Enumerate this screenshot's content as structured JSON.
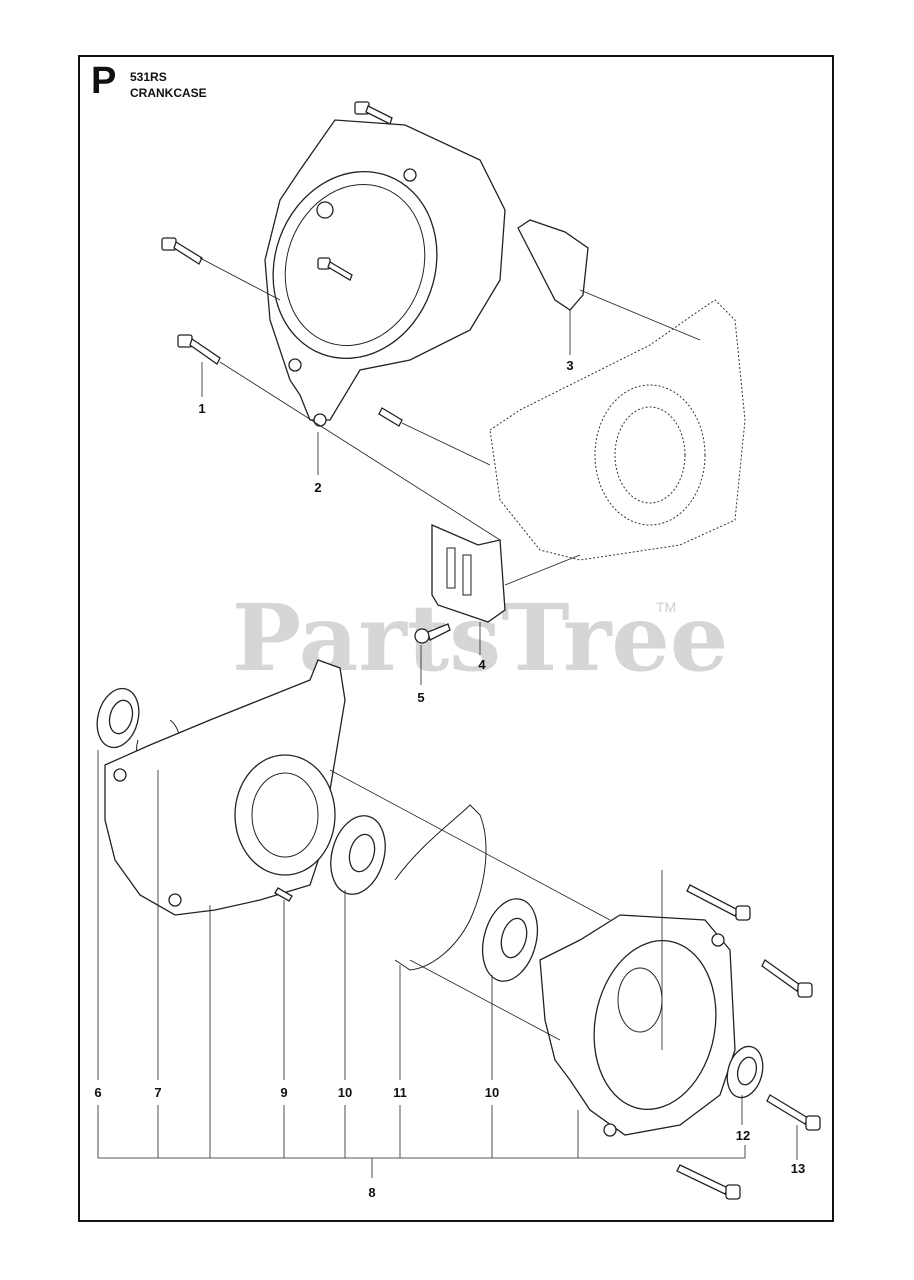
{
  "header": {
    "section_letter": "P",
    "model": "531RS",
    "title": "CRANKCASE"
  },
  "watermark": {
    "text": "PartsTree",
    "trademark": "TM"
  },
  "callouts": [
    {
      "id": "1",
      "label": "1"
    },
    {
      "id": "2",
      "label": "2"
    },
    {
      "id": "3",
      "label": "3"
    },
    {
      "id": "4",
      "label": "4"
    },
    {
      "id": "5",
      "label": "5"
    },
    {
      "id": "6",
      "label": "6"
    },
    {
      "id": "7",
      "label": "7"
    },
    {
      "id": "8",
      "label": "8"
    },
    {
      "id": "9",
      "label": "9"
    },
    {
      "id": "10a",
      "label": "10"
    },
    {
      "id": "11",
      "label": "11"
    },
    {
      "id": "10b",
      "label": "10"
    },
    {
      "id": "12",
      "label": "12"
    },
    {
      "id": "13",
      "label": "13"
    }
  ]
}
